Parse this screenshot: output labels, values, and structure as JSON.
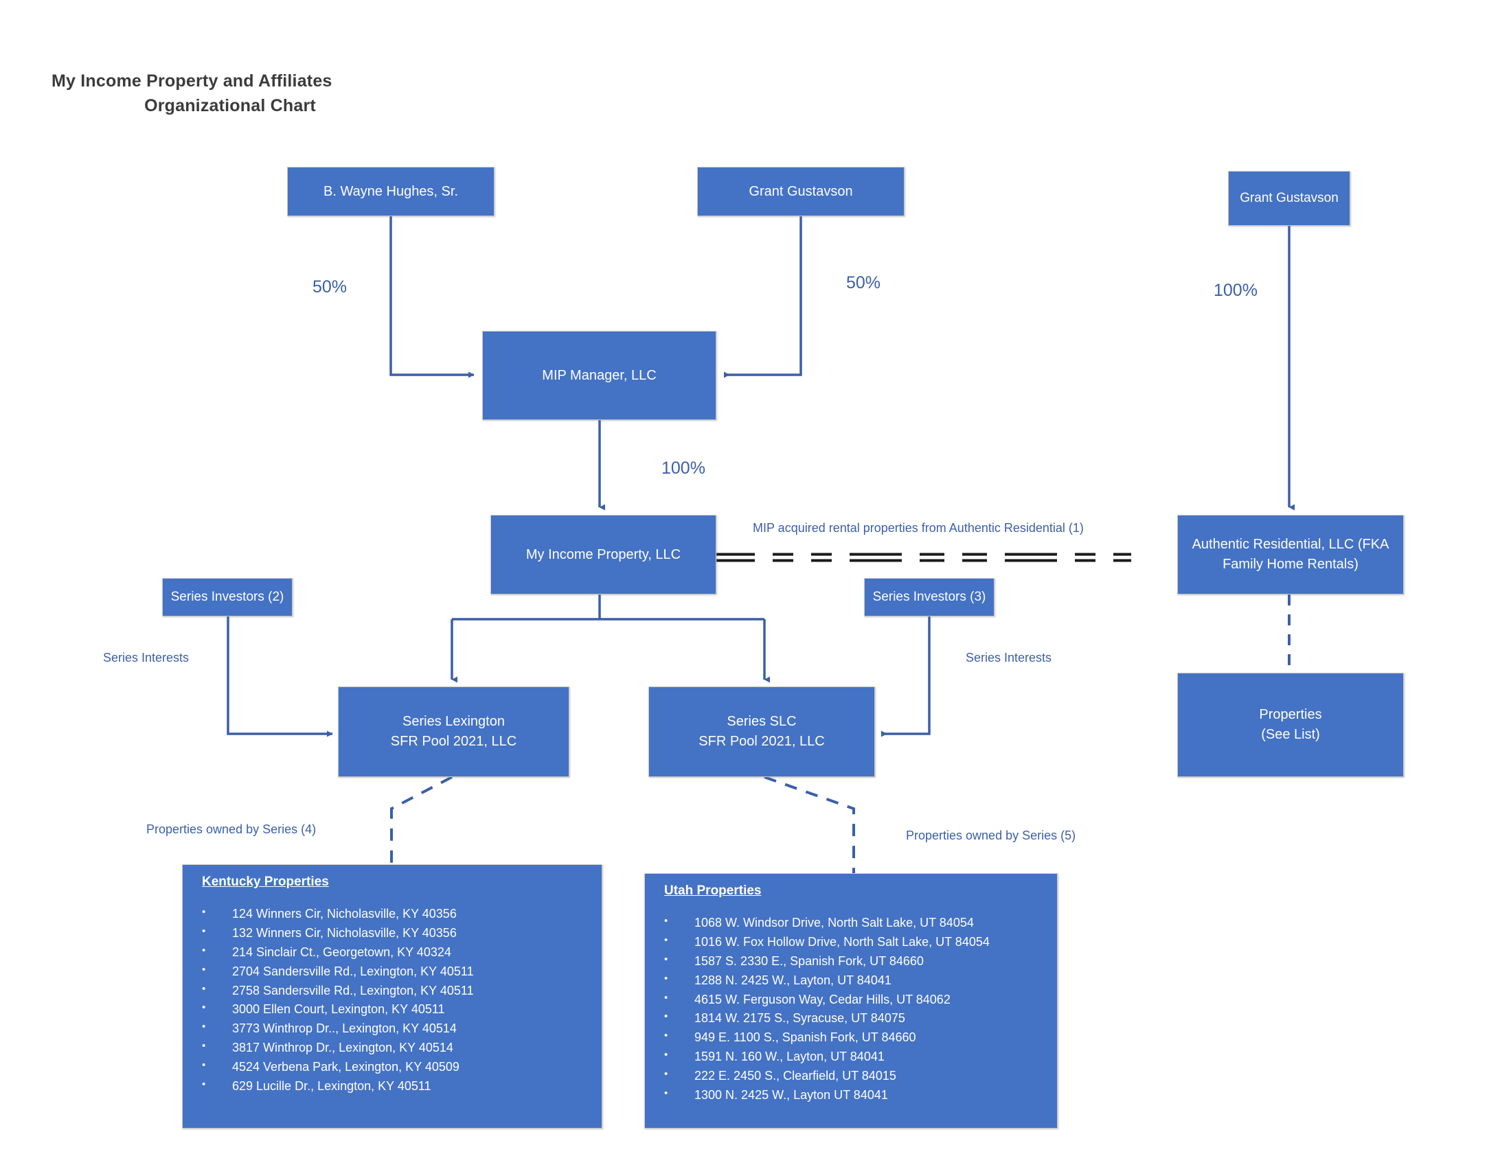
{
  "title": {
    "line1": "My Income Property and Affiliates",
    "line2": "Organizational Chart"
  },
  "nodes": {
    "wayne_hughes": "B. Wayne Hughes, Sr.",
    "grant_gustavson_left": "Grant Gustavson",
    "grant_gustavson_right": "Grant Gustavson",
    "mip_manager": "MIP Manager, LLC",
    "my_income_property": "My Income Property, LLC",
    "authentic_residential_line1": "Authentic Residential, LLC (FKA",
    "authentic_residential_line2": "Family Home Rentals)",
    "series_investors_2": "Series Investors (2)",
    "series_investors_3": "Series Investors (3)",
    "series_lexington_line1": "Series Lexington",
    "series_lexington_line2": "SFR Pool 2021, LLC",
    "series_slc_line1": "Series SLC",
    "series_slc_line2": "SFR Pool 2021, LLC",
    "properties_line1": "Properties",
    "properties_line2": "(See List)"
  },
  "edge_labels": {
    "pct_50_left": "50%",
    "pct_50_right": "50%",
    "pct_100_right": "100%",
    "pct_100_center": "100%",
    "acquisition_note": "MIP acquired rental properties from Authentic Residential (1)",
    "series_interests_left": "Series Interests",
    "series_interests_right": "Series Interests",
    "properties_owned_4": "Properties owned by Series (4)",
    "properties_owned_5": "Properties owned by Series (5)"
  },
  "kentucky": {
    "heading": "Kentucky Properties",
    "items": [
      "124 Winners Cir, Nicholasville, KY 40356",
      "132 Winners Cir, Nicholasville, KY 40356",
      "214 Sinclair Ct., Georgetown, KY 40324",
      "2704 Sandersville Rd., Lexington, KY 40511",
      "2758 Sandersville Rd., Lexington, KY 40511",
      "3000 Ellen Court, Lexington, KY 40511",
      "3773 Winthrop Dr.., Lexington, KY 40514",
      "3817 Winthrop Dr., Lexington, KY 40514",
      "4524 Verbena Park, Lexington, KY 40509",
      "629 Lucille Dr., Lexington, KY 40511"
    ]
  },
  "utah": {
    "heading": "Utah Properties",
    "items": [
      "1068 W. Windsor Drive, North Salt Lake, UT 84054",
      "1016 W. Fox Hollow Drive, North Salt Lake, UT 84054",
      "1587 S. 2330 E., Spanish Fork, UT 84660",
      "1288 N. 2425 W., Layton, UT 84041",
      "4615 W. Ferguson Way, Cedar Hills, UT 84062",
      "1814 W. 2175 S., Syracuse, UT 84075",
      "949 E. 1100 S., Spanish Fork, UT 84660",
      "1591 N. 160 W., Layton, UT 84041",
      "222 E. 2450 S., Clearfield, UT 84015",
      "1300 N. 2425 W., Layton UT 84041"
    ]
  },
  "colors": {
    "box_fill": "#4472C4",
    "connector": "#3B5FA8",
    "label_text": "#3B5FA8",
    "title_text": "#3B3B3B",
    "dashed_link": "#1A1A1A"
  }
}
